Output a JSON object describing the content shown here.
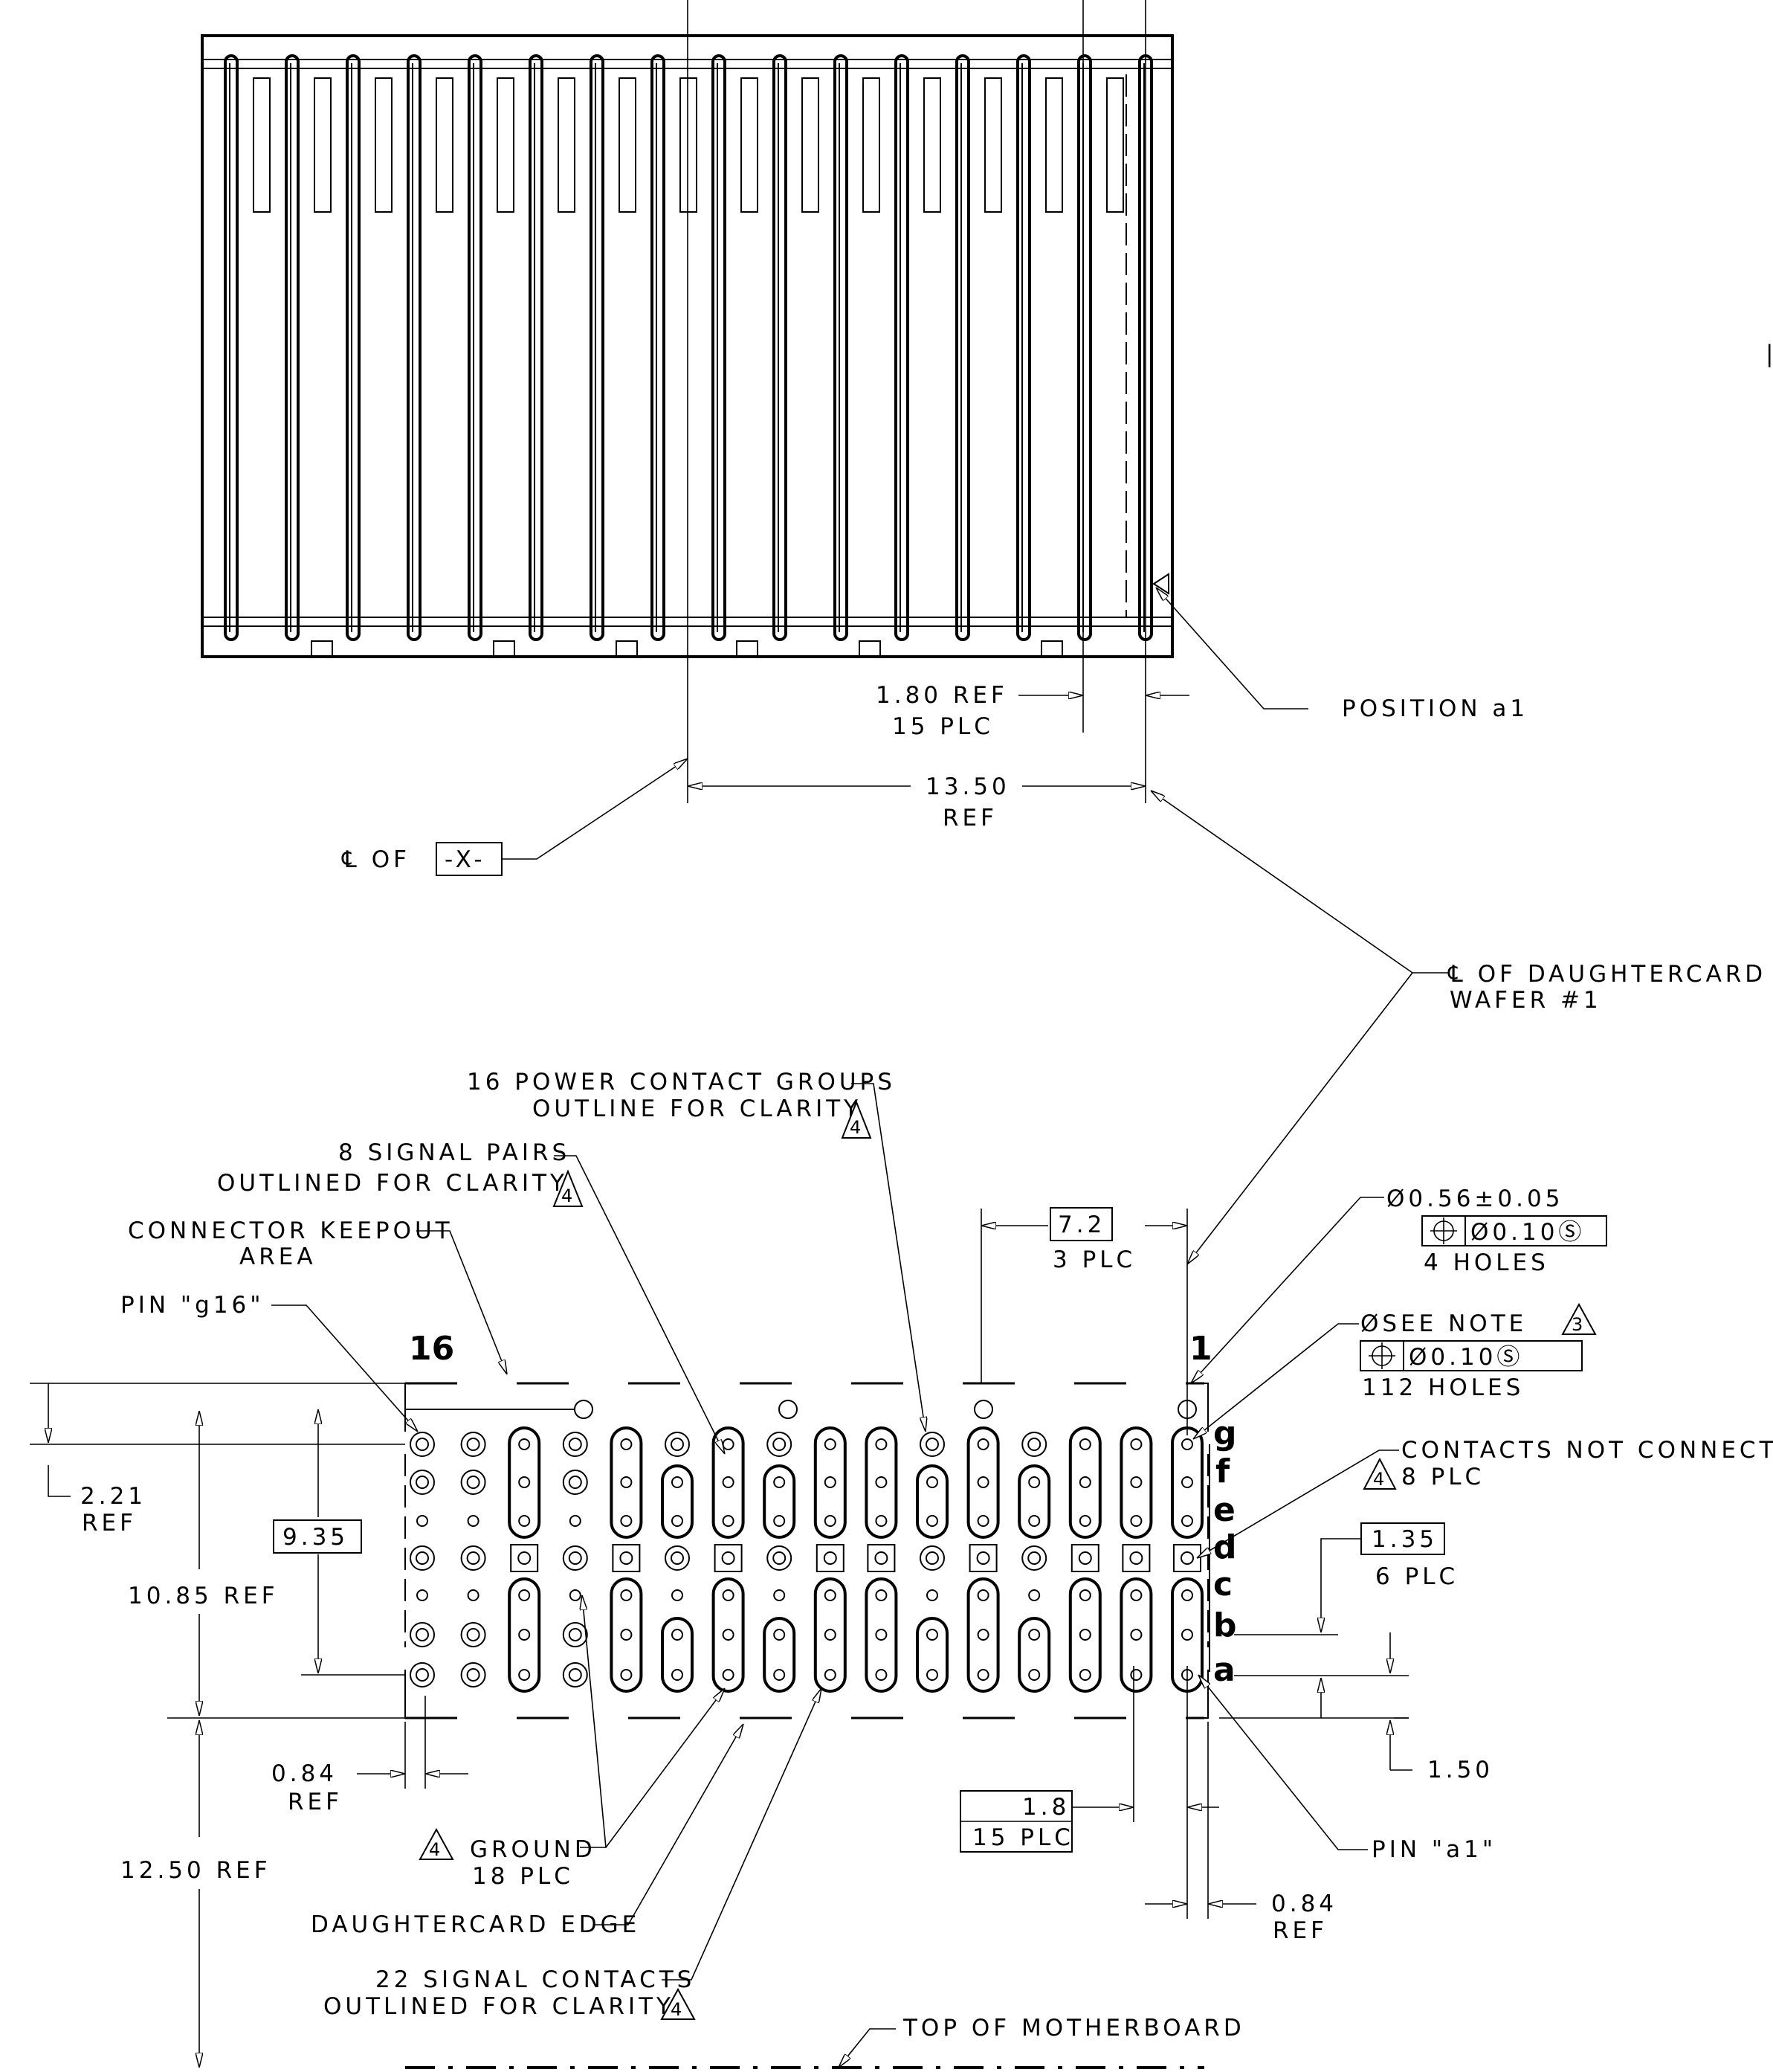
{
  "top_view": {
    "dim_pitch": "1.80 REF",
    "dim_pitch_qty": "15 PLC",
    "dim_span": "13.50",
    "dim_span_ref": "REF",
    "position_label": "POSITION a1",
    "centerline_label": "℄ OF",
    "datum": "-X-",
    "daughtercard_cl_line1": "℄ OF DAUGHTERCARD",
    "daughtercard_cl_line2": "WAFER #1"
  },
  "footprint": {
    "col_label_left": "16",
    "col_label_right": "1",
    "row_labels": [
      "g",
      "f",
      "e",
      "d",
      "c",
      "b",
      "a"
    ],
    "power_groups_line1": "16 POWER CONTACT GROUPS",
    "power_groups_line2": "OUTLINE FOR CLARITY",
    "signal_pairs_line1": "8 SIGNAL PAIRS",
    "signal_pairs_line2": "OUTLINED FOR CLARITY",
    "keepout_line1": "CONNECTOR KEEPOUT",
    "keepout_line2": "AREA",
    "pin_g16": "PIN \"g16\"",
    "pin_a1": "PIN \"a1\"",
    "dim_72": "7.2",
    "dim_72_qty": "3 PLC",
    "hole_dia": "Ø0.56±0.05",
    "hole_tol": "Ø0.10Ⓢ",
    "hole_qty": "4 HOLES",
    "see_note": "ØSEE NOTE",
    "see_note_num": "3",
    "small_tol": "Ø0.10Ⓢ",
    "small_qty": "112 HOLES",
    "nc_line1": "CONTACTS NOT CONNECTED",
    "nc_line2": "8 PLC",
    "dim_135": "1.35",
    "dim_135_qty": "6 PLC",
    "dim_221": "2.21",
    "dim_221_ref": "REF",
    "dim_935": "9.35",
    "dim_1085": "10.85 REF",
    "dim_084_left": "0.84",
    "dim_084_left_ref": "REF",
    "ground_label": "GROUND",
    "ground_qty": "18 PLC",
    "dim_18": "1.8",
    "dim_18_qty": "15 PLC",
    "dim_150": "1.50",
    "dim_084_right": "0.84",
    "dim_084_right_ref": "REF",
    "dim_1250": "12.50 REF",
    "dc_edge": "DAUGHTERCARD EDGE",
    "signal_contacts_line1": "22 SIGNAL CONTACTS",
    "signal_contacts_line2": "OUTLINED FOR CLARITY",
    "top_of_mb": "TOP OF MOTHERBOARD",
    "note_flag": "4",
    "stray_mark": "|"
  }
}
